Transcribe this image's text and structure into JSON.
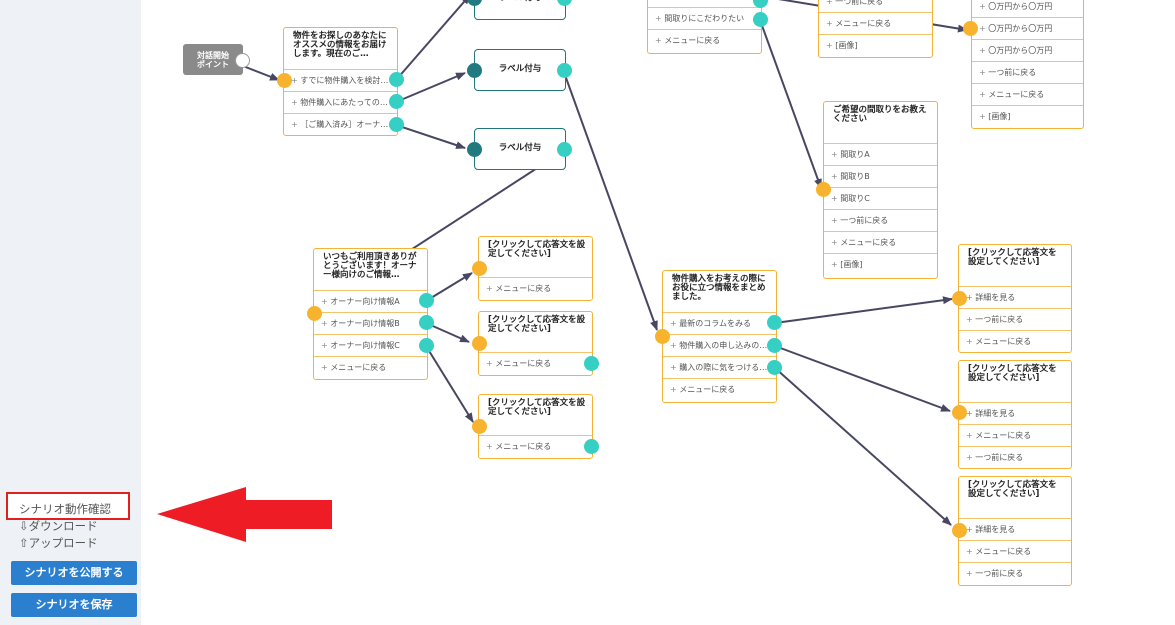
{
  "sidebar": {
    "check_link": "シナリオ動作確認",
    "download": "ダウンロード",
    "upload": "アップロード",
    "publish_button": "シナリオを公開する",
    "save_button": "シナリオを保存"
  },
  "canvas": {
    "start_node": "対話開始\nポイント",
    "nodes": {
      "n1": {
        "title": "物件をお探しのあなたにオススメの情報をお届けします。現在のご…",
        "options": [
          "すでに物件購入を検討…",
          "物件購入にあたっての…",
          "［ご購入済み］オーナ…"
        ]
      },
      "n2": {
        "title": "いつもご利用頂きありがとうございます！オーナー様向けのご情報…",
        "options": [
          "オーナー向け情報A",
          "オーナー向け情報B",
          "オーナー向け情報C",
          "メニューに戻る"
        ]
      },
      "n3": {
        "title": "[クリックして応答文を設定してください]",
        "options": [
          "メニューに戻る"
        ]
      },
      "n4": {
        "title": "[クリックして応答文を設定してください]",
        "options": [
          "メニューに戻る"
        ]
      },
      "n5": {
        "title": "[クリックして応答文を設定してください]",
        "options": [
          "メニューに戻る"
        ]
      },
      "n6": {
        "title": "",
        "options": [
          "間取りにこだわりたい",
          "メニューに戻る"
        ]
      },
      "n7": {
        "title": "",
        "options": [
          "一つ前に戻る",
          "メニューに戻る",
          "[画像]"
        ]
      },
      "n8": {
        "title": "",
        "options": [
          "〇万円から〇万円",
          "〇万円から〇万円",
          "〇万円から〇万円",
          "一つ前に戻る",
          "メニューに戻る",
          "[画像]"
        ]
      },
      "n9": {
        "title": "ご希望の間取りをお教えください",
        "options": [
          "間取りA",
          "間取りB",
          "間取りC",
          "一つ前に戻る",
          "メニューに戻る",
          "[画像]"
        ]
      },
      "n10": {
        "title": "物件購入をお考えの際にお役に立つ情報をまとめました。",
        "options": [
          "最新のコラムをみる",
          "物件購入の申し込みの…",
          "購入の際に気をつける…",
          "メニューに戻る"
        ]
      },
      "n11": {
        "title": "[クリックして応答文を設定してください]",
        "options": [
          "詳細を見る",
          "一つ前に戻る",
          "メニューに戻る"
        ]
      },
      "n12": {
        "title": "[クリックして応答文を設定してください]",
        "options": [
          "詳細を見る",
          "メニューに戻る",
          "一つ前に戻る"
        ]
      },
      "n13": {
        "title": "[クリックして応答文を設定してください]",
        "options": [
          "詳細を見る",
          "メニューに戻る",
          "一つ前に戻る"
        ]
      }
    },
    "labels": {
      "l1": "ラベル付与",
      "l2": "ラベル付与",
      "l3": "ラベル付与"
    }
  },
  "colors": {
    "node_border": "#f5b335",
    "port_out": "#35cfc4",
    "port_in": "#f7b32d",
    "label_border": "#20777d",
    "edge": "#474763",
    "button": "#2b7fcf",
    "annotation": "#e02020"
  }
}
